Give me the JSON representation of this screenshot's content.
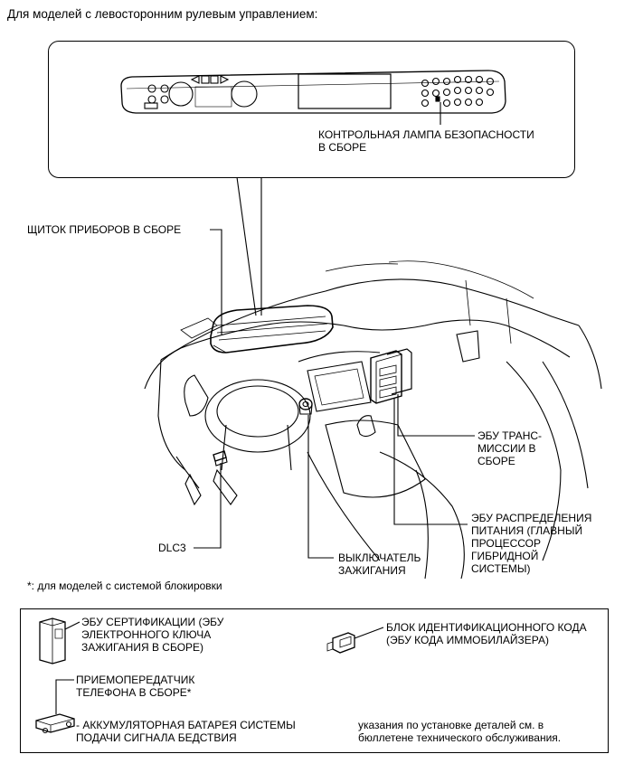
{
  "header": "Для моделей с левосторонним рулевым управлением:",
  "callouts": {
    "security_lamp": "КОНТРОЛЬНАЯ ЛАМПА БЕЗОПАСНОСТИ\nВ СБОРЕ",
    "cluster": "ЩИТОК ПРИБОРОВ В СБОРЕ",
    "trans_ecu": "ЭБУ ТРАНС-\nМИССИИ В\nСБОРЕ",
    "power_ecu": "ЭБУ РАСПРЕДЕЛЕНИЯ\nПИТАНИЯ (ГЛАВНЫЙ\nПРОЦЕССОР\nГИБРИДНОЙ\nСИСТЕМЫ)",
    "dlc3": "DLC3",
    "ignition": "ВЫКЛЮЧАТЕЛЬ\nЗАЖИГАНИЯ"
  },
  "footnote": "*: для моделей с системой блокировки",
  "legend": {
    "cert_ecu": "ЭБУ СЕРТИФИКАЦИИ (ЭБУ\nЭЛЕКТРОННОГО КЛЮЧА\nЗАЖИГАНИЯ В СБОРЕ)",
    "id_box": "БЛОК ИДЕНТИФИКАЦИОННОГО КОДА\n(ЭБУ КОДА ИММОБИЛАЙЗЕРА)",
    "transceiver": "ПРИЕМОПЕРЕДАТЧИК\nТЕЛЕФОНА В СБОРЕ*",
    "battery": "- АККУМУЛЯТОРНАЯ БАТАРЕЯ СИСТЕМЫ\nПОДАЧИ СИГНАЛА БЕДСТВИЯ",
    "note": "указания по установке деталей см. в\nбюллетене технического обслуживания."
  }
}
